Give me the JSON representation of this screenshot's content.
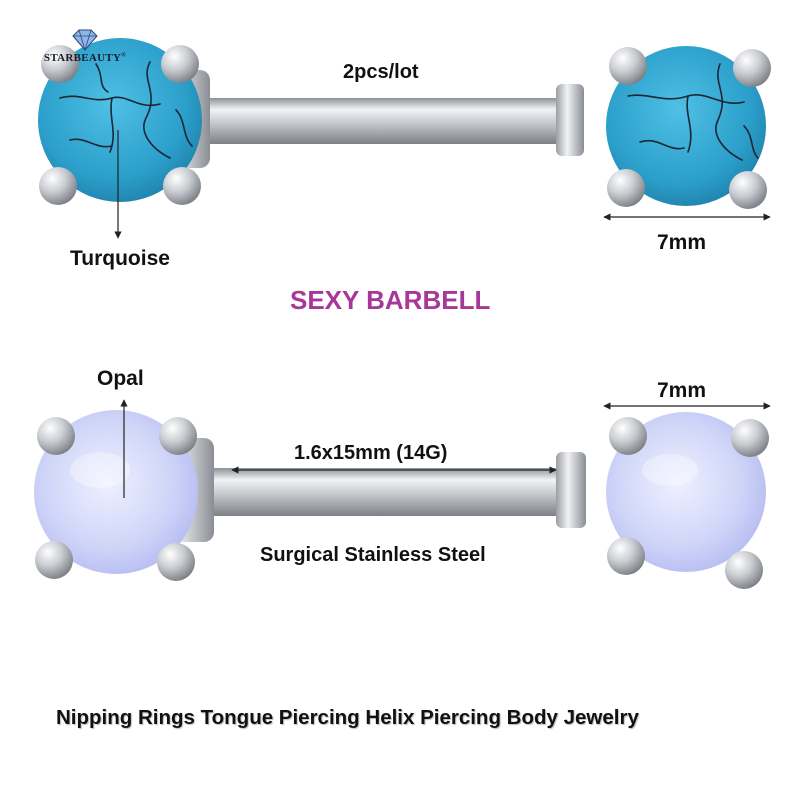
{
  "brand": {
    "name": "STARBEAUTY",
    "mark": "®"
  },
  "labels": {
    "quantity": "2pcs/lot",
    "top_stone": "Turquoise",
    "top_size": "7mm",
    "headline": "SEXY BARBELL",
    "bottom_stone": "Opal",
    "bottom_size": "7mm",
    "bar_size": "1.6x15mm (14G)",
    "material": "Surgical Stainless Steel",
    "footer": "Nipping Rings Tongue Piercing Helix Piercing Body Jewelry"
  },
  "colors": {
    "headline": "#a8379a",
    "turquoise": "#33a4cc",
    "opal": "#cdd3f7",
    "steel": "#c7cacf",
    "text": "#111111"
  }
}
